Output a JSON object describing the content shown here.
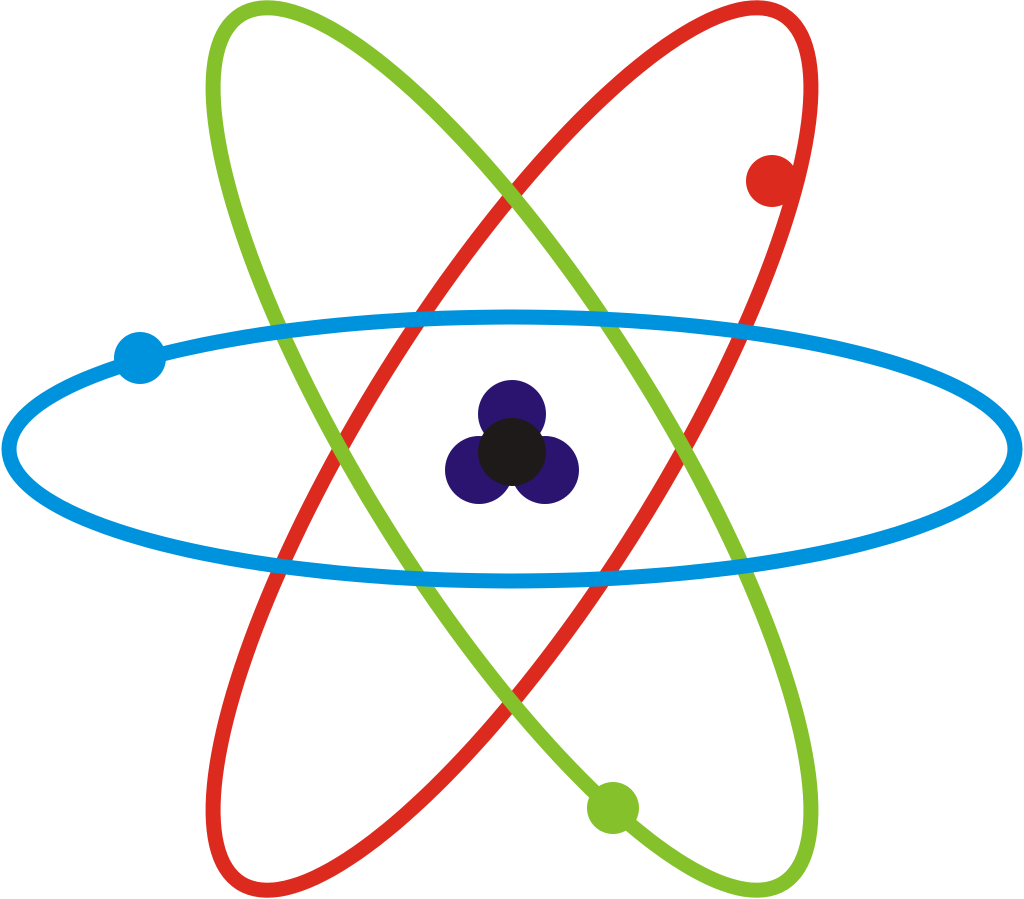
{
  "diagram": {
    "subject": "atom",
    "orbits": [
      {
        "name": "red-orbit",
        "color": "#DD2A1F",
        "tilt_deg": -58
      },
      {
        "name": "green-orbit",
        "color": "#84C12A",
        "tilt_deg": 58
      },
      {
        "name": "blue-orbit",
        "color": "#0093DD",
        "tilt_deg": 0
      }
    ],
    "nucleus": {
      "proton_color": "#2A1470",
      "neutron_color": "#1E1A1A",
      "proton_count": 3,
      "neutron_count": 1
    }
  }
}
